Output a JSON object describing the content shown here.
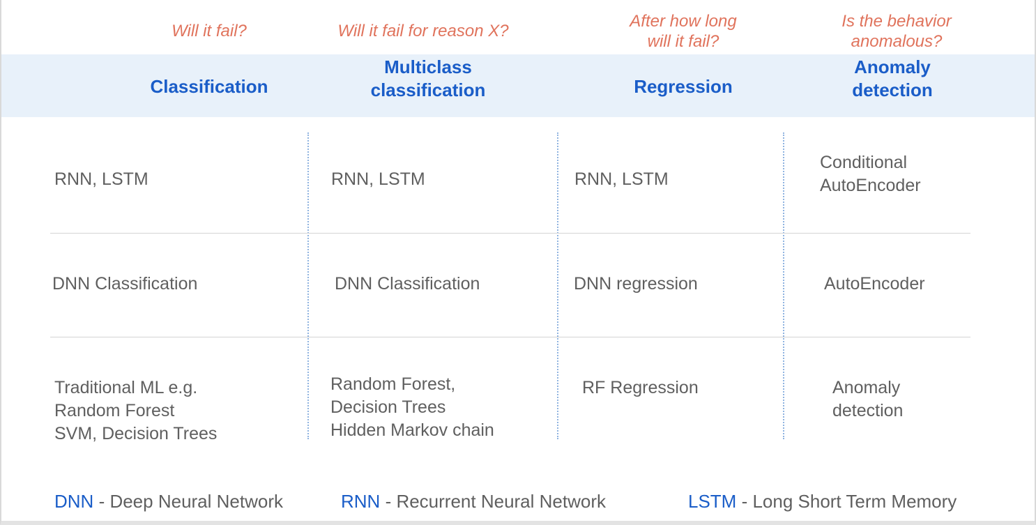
{
  "columns": [
    {
      "question": "Will it fail?",
      "title": "Classification",
      "cells": [
        "RNN,  LSTM",
        "DNN Classification",
        "Traditional ML e.g.\nRandom Forest\nSVM, Decision Trees"
      ]
    },
    {
      "question": "Will it fail for reason X?",
      "title": "Multiclass\nclassification",
      "cells": [
        "RNN, LSTM",
        "DNN Classification",
        "Random Forest,\nDecision Trees\nHidden Markov chain"
      ]
    },
    {
      "question": "After how long\nwill it fail?",
      "title": "Regression",
      "cells": [
        "RNN, LSTM",
        "DNN regression",
        "RF Regression"
      ]
    },
    {
      "question": "Is the behavior\nanomalous?",
      "title": "Anomaly\ndetection",
      "cells": [
        "Conditional\nAutoEncoder",
        "AutoEncoder",
        "Anomaly\ndetection"
      ]
    }
  ],
  "legend": [
    {
      "abbr": "DNN",
      "text": " - Deep Neural Network"
    },
    {
      "abbr": "RNN",
      "text": " - Recurrent Neural Network"
    },
    {
      "abbr": "LSTM",
      "text": " - Long Short Term Memory"
    }
  ],
  "colors": {
    "question": "#e0735c",
    "title": "#1a5dc8",
    "header_band": "#e8f1fa",
    "cell_text": "#5f5f5f",
    "divider_dotted": "#8fb3e0"
  }
}
